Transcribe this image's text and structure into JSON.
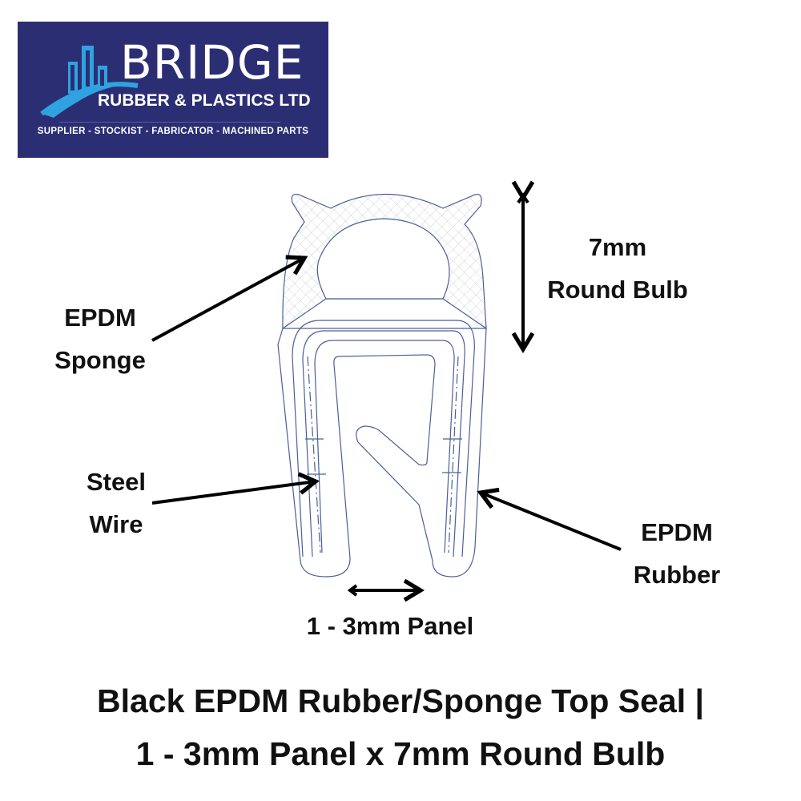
{
  "logo": {
    "brand": "BRIDGE",
    "subtitle": "RUBBER & PLASTICS LTD",
    "tagline": "SUPPLIER - STOCKIST - FABRICATOR - MACHINED PARTS",
    "background": "#2c2e74",
    "accent": "#2ea3e0"
  },
  "labels": {
    "sponge_1": "EPDM",
    "sponge_2": "Sponge",
    "bulb_1": "7mm",
    "bulb_2": "Round Bulb",
    "wire_1": "Steel",
    "wire_2": "Wire",
    "rubber_1": "EPDM",
    "rubber_2": "Rubber",
    "panel": "1 - 3mm Panel"
  },
  "title": {
    "line1": "Black EPDM Rubber/Sponge Top Seal |",
    "line2": "1 - 3mm Panel x 7mm Round Bulb"
  },
  "colors": {
    "outline": "#4a5f9a",
    "arrow": "#000000"
  }
}
